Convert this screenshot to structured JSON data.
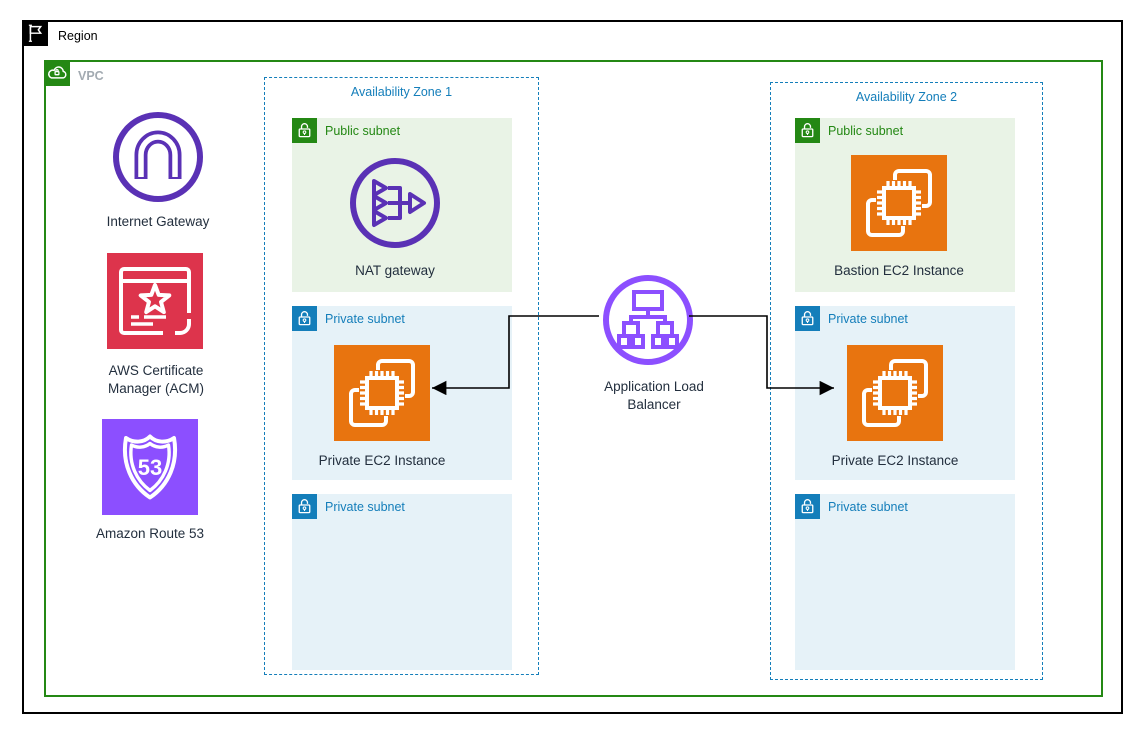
{
  "colors": {
    "region_border": "#000000",
    "vpc_green": "#248814",
    "az_blue": "#147EBA",
    "public_bg": "#E9F3E6",
    "private_bg": "#E6F2F8",
    "ec2_orange": "#E8740F",
    "acm_red": "#DD344C",
    "purple_light": "#8C4FFF",
    "purple_dark": "#5A31B5",
    "label_text": "#232F3E",
    "connector": "#000000"
  },
  "region": {
    "label": "Region"
  },
  "vpc": {
    "label": "VPC"
  },
  "services": {
    "internet_gateway": {
      "label": "Internet Gateway"
    },
    "acm": {
      "label": "AWS Certificate Manager (ACM)"
    },
    "route53": {
      "label": "Amazon Route 53",
      "badge": "53"
    },
    "alb": {
      "label": "Application Load Balancer"
    }
  },
  "zones": [
    {
      "title": "Availability Zone 1",
      "subnets": [
        {
          "label": "Public subnet",
          "resource": "NAT gateway"
        },
        {
          "label": "Private subnet",
          "resource": "Private EC2 Instance"
        },
        {
          "label": "Private subnet"
        }
      ]
    },
    {
      "title": "Availability Zone 2",
      "subnets": [
        {
          "label": "Public subnet",
          "resource": "Bastion EC2 Instance"
        },
        {
          "label": "Private subnet",
          "resource": "Private EC2 Instance"
        },
        {
          "label": "Private subnet"
        }
      ]
    }
  ]
}
